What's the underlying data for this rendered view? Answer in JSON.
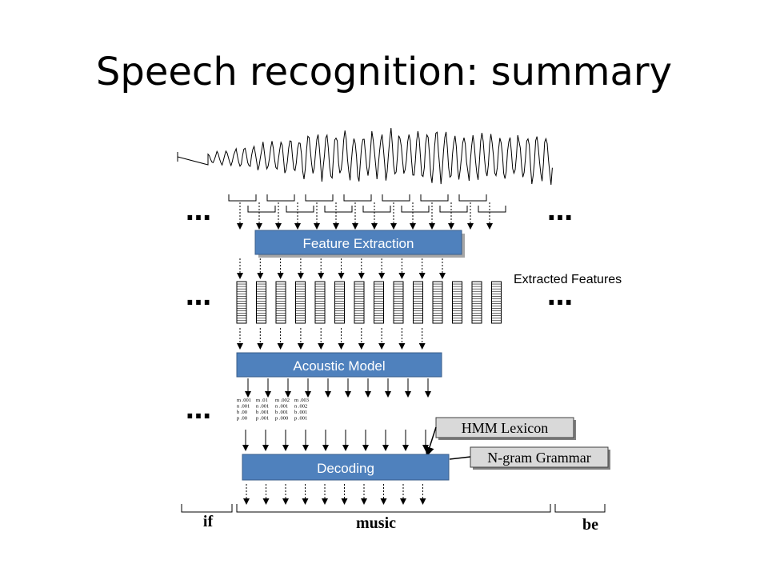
{
  "slide": {
    "title": "Speech recognition: summary"
  },
  "diagram": {
    "stages": {
      "feature_extraction": "Feature Extraction",
      "acoustic_model": "Acoustic Model",
      "decoding": "Decoding"
    },
    "extracted_features_label": "Extracted Features",
    "ellipsis": "…",
    "knowledge_sources": {
      "lexicon": "HMM Lexicon",
      "grammar": "N-gram Grammar"
    },
    "output_words": [
      "if",
      "music",
      "be"
    ],
    "probability_columns": [
      [
        "m .001",
        "n .001",
        "b .00",
        "p .00"
      ],
      [
        "m .01",
        "n .001",
        "b .001",
        "p .001"
      ],
      [
        "m .002",
        "n .001",
        "b .001",
        "p .000"
      ],
      [
        "m .003",
        "n .002",
        "b .001",
        "p .001"
      ]
    ],
    "colors": {
      "stage_fill": "#4f81bd",
      "stage_text": "#ffffff",
      "box_fill": "#d9d9d9"
    }
  }
}
